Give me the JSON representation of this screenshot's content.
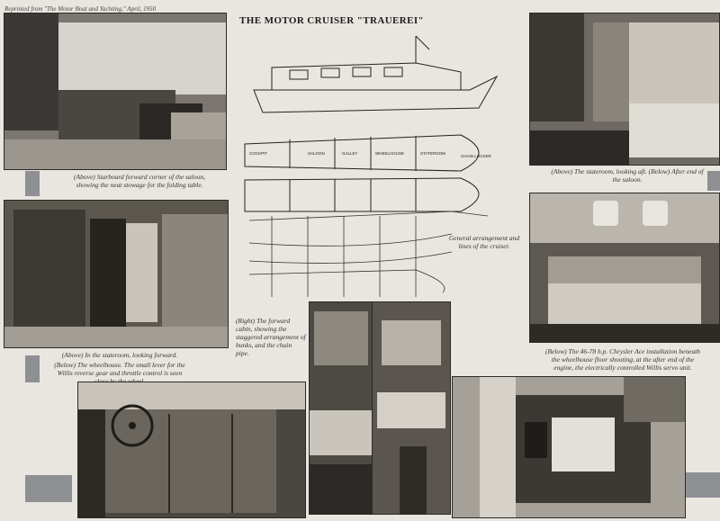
{
  "header": {
    "reprint": "Reprinted from \"The Motor Boat and Yachting,\" April, 1950"
  },
  "article": {
    "title": "THE MOTOR CRUISER \"TRAUEREI\""
  },
  "captions": {
    "saloon": "(Above) Starboard forward corner of the saloon, showing the neat stowage for the folding table.",
    "stateroom": "(Above) The stateroom, looking aft. (Below) After end of the saloon.",
    "stateroom_forward": "(Above) In the stateroom, looking forward.",
    "wheelhouse": "(Below) The wheelhouse. The small lever for the Willis reverse gear and throttle control is seen close by the wheel.",
    "forward_cabin": "(Right) The forward cabin, showing the staggered arrangement of bunks, and the chain pipe.",
    "arrangement": "General arrangement and lines of the cruiser.",
    "engine": "(Below) The 46-78 h.p. Chrysler Ace installation beneath the wheelhouse floor shooting, at the after end of the engine, the electrically controlled Willis servo unit."
  },
  "plan_labels": {
    "chain_locker": "CHAIN LOCKER",
    "saloon": "SALOON",
    "galley": "GALLEY",
    "wheelhouse": "WHEELHOUSE",
    "stateroom": "STATEROOM",
    "cockpit": "COCKPIT"
  },
  "colors": {
    "page": "#e9e6e0",
    "grey_block": "#8e9094",
    "ink": "#2a2a2a"
  }
}
